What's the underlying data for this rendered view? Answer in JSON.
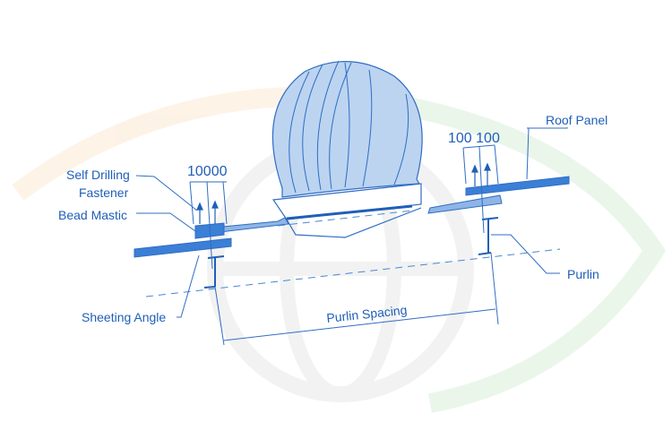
{
  "diagram": {
    "labels": {
      "self_drilling_fastener_1": "Self Drilling",
      "self_drilling_fastener_2": "Fastener",
      "bead_mastic": "Bead Mastic",
      "sheeting_angle": "Sheeting Angle",
      "roof_panel": "Roof Panel",
      "purlin": "Purlin",
      "purlin_spacing": "Purlin Spacing",
      "dim_left": "10000",
      "dim_right": "100 100"
    },
    "colors": {
      "line": "#2f6dc4",
      "panel": "#3b7fd6",
      "dome_fill": "#bcd4f0",
      "text": "#1f5fb8"
    }
  }
}
